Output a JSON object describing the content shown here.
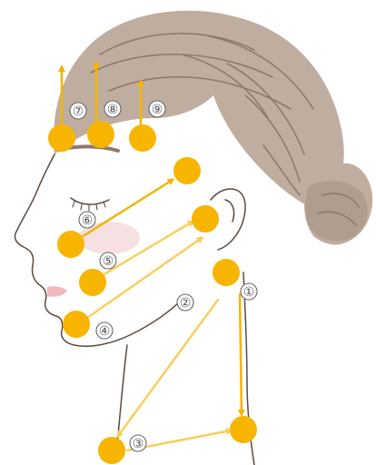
{
  "illustration": {
    "subject": "face profile massage diagram",
    "colors": {
      "hair": "#bfae9f",
      "hair_dark": "#8e7a6b",
      "skin_line": "#5a4a40",
      "point_fill": "#f7b500",
      "arrow": "#f4b400",
      "arrow_light": "#f8cf5c",
      "cheek": "#f3d3d6",
      "lips": "#f0b8bd"
    }
  },
  "labels": {
    "l1": "①",
    "l2": "②",
    "l3": "③",
    "l4": "④",
    "l5": "⑤",
    "l6": "⑥",
    "l7": "⑦",
    "l8": "⑧",
    "l9": "⑨"
  }
}
